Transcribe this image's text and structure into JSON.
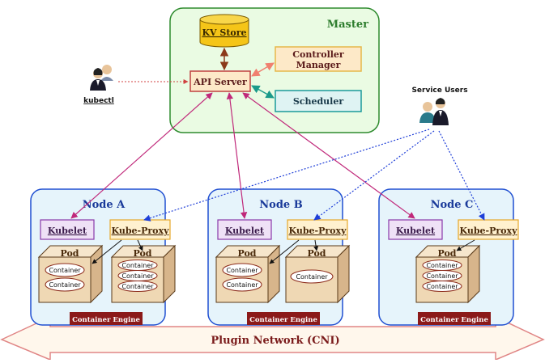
{
  "master": {
    "label": "Master"
  },
  "kv_store": {
    "label": "KV Store"
  },
  "api_server": {
    "label": "API Server"
  },
  "controller_manager": {
    "line1": "Controller",
    "line2": "Manager"
  },
  "scheduler": {
    "label": "Scheduler"
  },
  "kubectl": {
    "label": "kubectl"
  },
  "service_users": {
    "label": "Service Users"
  },
  "nodes": [
    {
      "label": "Node A",
      "kubelet": "Kubelet",
      "proxy": "Kube-Proxy",
      "pod": "Pod",
      "container": "Container",
      "engine": "Container Engine"
    },
    {
      "label": "Node B",
      "kubelet": "Kubelet",
      "proxy": "Kube-Proxy",
      "pod": "Pod",
      "container": "Container",
      "engine": "Container Engine"
    },
    {
      "label": "Node C",
      "kubelet": "Kubelet",
      "proxy": "Kube-Proxy",
      "pod": "Pod",
      "container": "Container",
      "engine": "Container Engine"
    }
  ],
  "plugin_network": {
    "label": "Plugin Network (CNI)"
  },
  "colors": {
    "master_fill": "#eafbe3",
    "master_border": "#2e8b2e",
    "node_fill": "#e6f4fb",
    "node_border": "#1f4fd1",
    "api_server_fill": "#fde9c8",
    "kv_store_fill": "#f5c518",
    "controller_fill": "#fde9c8",
    "scheduler_fill": "#dff3f3",
    "kubelet_fill": "#efe1f6",
    "proxy_fill": "#fff1cf",
    "pod_front": "#efd8b4",
    "pod_top": "#f6e6cc",
    "pod_side": "#d7b58b",
    "engine_fill": "#8b1a1a",
    "arrow_pink": "#c0287a",
    "arrow_blue": "#1f3fd8",
    "arrow_brown": "#8b3a1a",
    "arrow_teal": "#1a9a8a",
    "arrow_salmon": "#f08070"
  }
}
